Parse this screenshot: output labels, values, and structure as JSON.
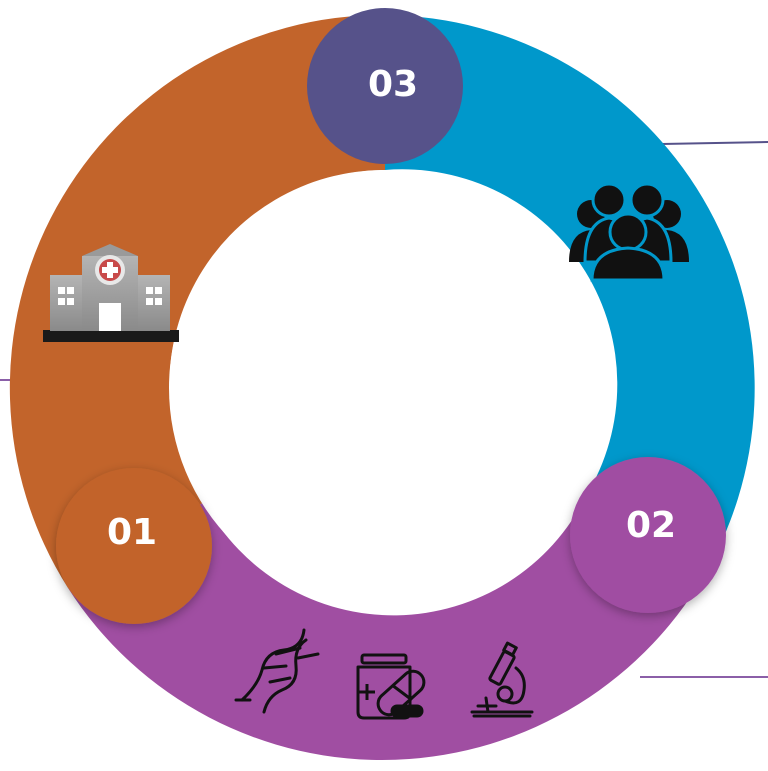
{
  "diagram": {
    "segments": [
      {
        "id": "segment-01",
        "label": "01",
        "color": "#c2642b",
        "icon": "hospital-icon"
      },
      {
        "id": "segment-02",
        "label": "02",
        "color": "#a04ea2",
        "icons": [
          "dna-icon",
          "medicine-icon",
          "microscope-icon"
        ]
      },
      {
        "id": "segment-03",
        "label": "03",
        "color": "#0098cb",
        "badge_color": "#56528a",
        "icon": "people-group-icon"
      }
    ],
    "connector_colors": {
      "left": "#8b5fa8",
      "top_right": "#56528a",
      "bottom_right": "#8b5fa8"
    }
  }
}
